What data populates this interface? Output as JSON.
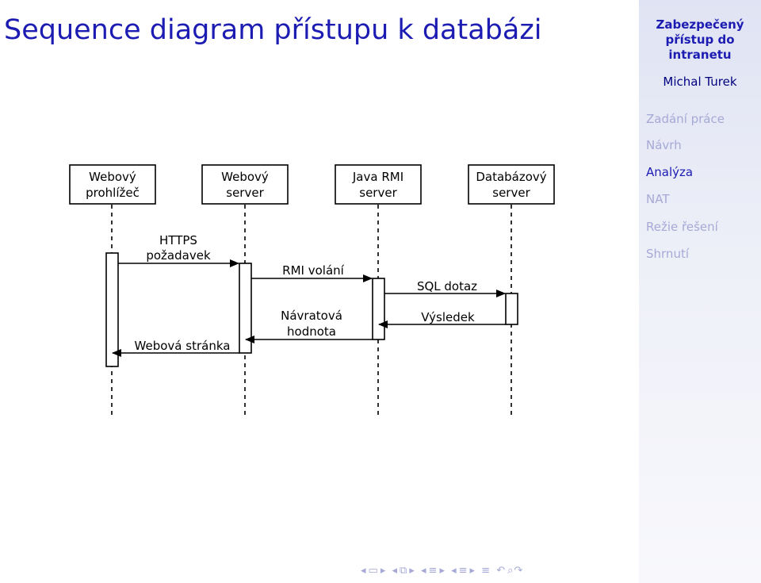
{
  "slide": {
    "title": "Sequence diagram přístupu k databázi"
  },
  "sidebar": {
    "title_lines": [
      "Zabezpečený",
      "přístup do",
      "intranetu"
    ],
    "author": "Michal Turek",
    "items": [
      {
        "label": "Zadání práce",
        "active": false
      },
      {
        "label": "Návrh",
        "active": false
      },
      {
        "label": "Analýza",
        "active": true
      },
      {
        "label": "NAT",
        "active": false
      },
      {
        "label": "Režie řešení",
        "active": false
      },
      {
        "label": "Shrnutí",
        "active": false
      }
    ]
  },
  "diagram": {
    "participants": [
      {
        "lines": [
          "Webový",
          "prohlížeč"
        ]
      },
      {
        "lines": [
          "Webový",
          "server"
        ]
      },
      {
        "lines": [
          "Java RMI",
          "server"
        ]
      },
      {
        "lines": [
          "Databázový",
          "server"
        ]
      }
    ],
    "messages": [
      {
        "lines": [
          "HTTPS",
          "požadavek"
        ]
      },
      {
        "lines": [
          "RMI volání"
        ]
      },
      {
        "lines": [
          "SQL dotaz"
        ]
      },
      {
        "lines": [
          "Výsledek"
        ]
      },
      {
        "lines": [
          "Návratová",
          "hodnota"
        ]
      },
      {
        "lines": [
          "Webová stránka"
        ]
      }
    ]
  },
  "navigation": {
    "icons": [
      "nav-prev-slide-icon",
      "nav-slide-icon",
      "nav-next-slide-icon",
      "nav-prev-frame-icon",
      "nav-frame-icon",
      "nav-next-frame-icon",
      "nav-prev-section-icon",
      "nav-section-icon",
      "nav-next-section-icon",
      "nav-prev-subsection-icon",
      "nav-subsection-icon",
      "nav-next-subsection-icon",
      "nav-doc-icon",
      "nav-back-icon",
      "nav-search-icon"
    ]
  }
}
